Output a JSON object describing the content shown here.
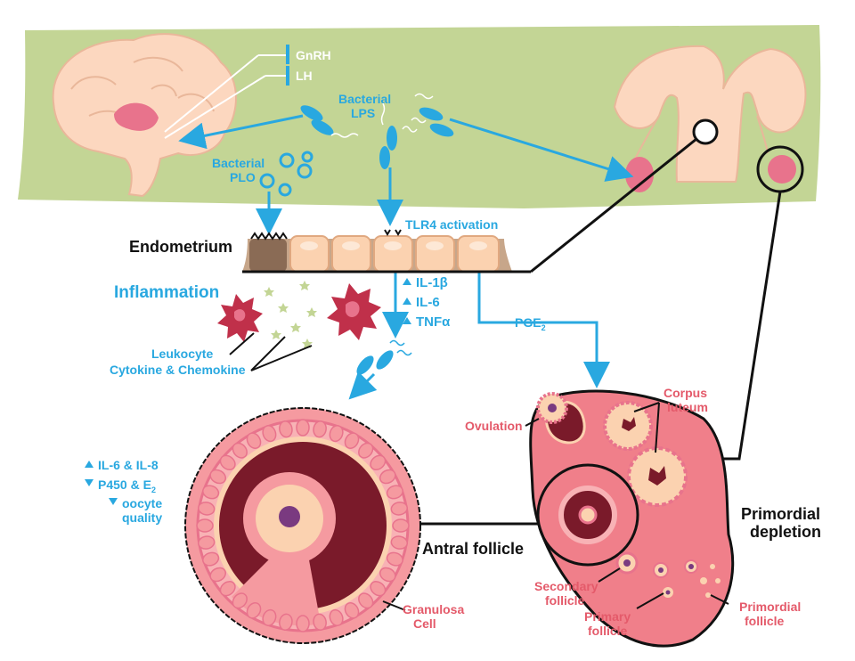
{
  "hormones": {
    "gnrh": "GnRH",
    "lh": "LH"
  },
  "bacteria": {
    "lps_line1": "Bacterial",
    "lps_line2": "LPS",
    "plo_line1": "Bacterial",
    "plo_line2": "PLO"
  },
  "endometrium": {
    "label": "Endometrium",
    "tlr4": "TLR4 activation",
    "cytokines": [
      "IL-1β",
      "IL-6",
      "TNFα"
    ],
    "pge": "PGE",
    "pge_sub": "2"
  },
  "inflammation": {
    "title": "Inflammation",
    "leukocyte": "Leukocyte",
    "cytokine_chemokine": "Cytokine & Chemokine"
  },
  "follicle_effects": {
    "line1": "IL-6 & IL-8",
    "line2_main": "P450 & E",
    "line2_sub": "2",
    "line3a": "oocyte",
    "line3b": "quality"
  },
  "antral": {
    "label": "Antral follicle",
    "granulosa_1": "Granulosa",
    "granulosa_2": "Cell"
  },
  "ovary": {
    "ovulation": "Ovulation",
    "corpus_1": "Corpus",
    "corpus_2": "luteum",
    "primordial_depletion_1": "Primordial",
    "primordial_depletion_2": "depletion",
    "secondary_1": "Secondary",
    "secondary_2": "follicle",
    "primary_1": "Primary",
    "primary_2": "follicle",
    "primordial_1": "Primordial",
    "primordial_2": "follicle"
  },
  "colors": {
    "green": "#c3d595",
    "blue": "#29a8e0",
    "tissue_pink": "#f09a9a",
    "dark_red": "#7a1a2a",
    "peach": "#fbd2b0"
  }
}
